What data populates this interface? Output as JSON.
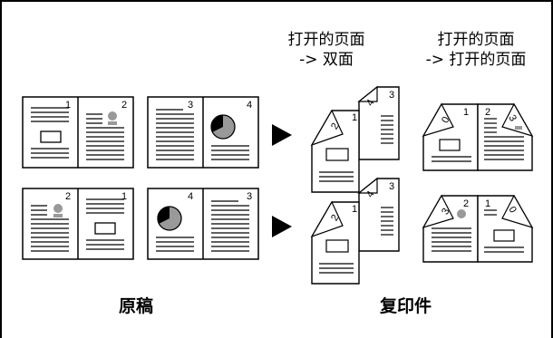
{
  "headers": {
    "open_to_duplex": {
      "line1": "打开的页面",
      "line2": "-> 双面"
    },
    "open_to_open": {
      "line1": "打开的页面",
      "line2": "-> 打开的页面"
    }
  },
  "captions": {
    "originals": "原稿",
    "copies": "复印件"
  },
  "originals": {
    "row1": {
      "spread_a": [
        "1",
        "2"
      ],
      "spread_b": [
        "3",
        "4"
      ]
    },
    "row2": {
      "spread_a": [
        "2",
        "1"
      ],
      "spread_b": [
        "4",
        "3"
      ]
    }
  },
  "copies": {
    "row1": {
      "duplex": [
        "2",
        "1",
        "4",
        "3"
      ],
      "open": [
        "0",
        "1",
        "2",
        "3"
      ]
    },
    "row2": {
      "duplex": [
        "2",
        "1",
        "4",
        "3"
      ],
      "open": [
        "3",
        "2",
        "1",
        "0"
      ]
    }
  }
}
